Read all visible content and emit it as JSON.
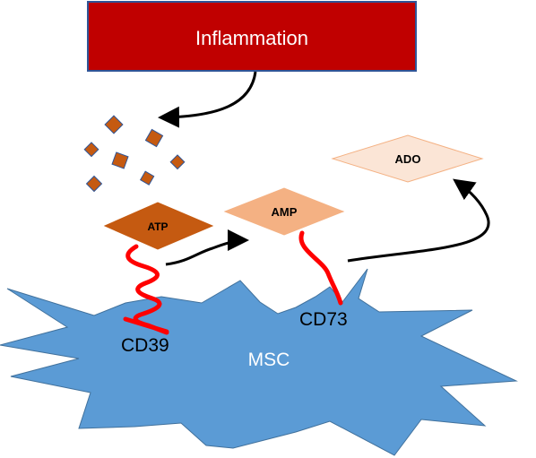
{
  "banner": {
    "label": "Inflammation",
    "fill": "#c00000",
    "stroke": "#2f5597",
    "text_color": "#ffffff"
  },
  "molecules": {
    "atp": {
      "label": "ATP",
      "fill": "#c55a11"
    },
    "amp": {
      "label": "AMP",
      "fill": "#f4b183"
    },
    "ado": {
      "label": "ADO",
      "fill": "#fbe5d6"
    }
  },
  "enzymes": {
    "cd39": {
      "label": "CD39"
    },
    "cd73": {
      "label": "CD73"
    }
  },
  "cell": {
    "label": "MSC",
    "fill": "#5b9bd5",
    "text_color": "#ffffff"
  },
  "colors": {
    "particle": "#c55a11",
    "particle_stroke": "#2f5597",
    "linker": "#ff0000",
    "arrow": "#000000"
  }
}
